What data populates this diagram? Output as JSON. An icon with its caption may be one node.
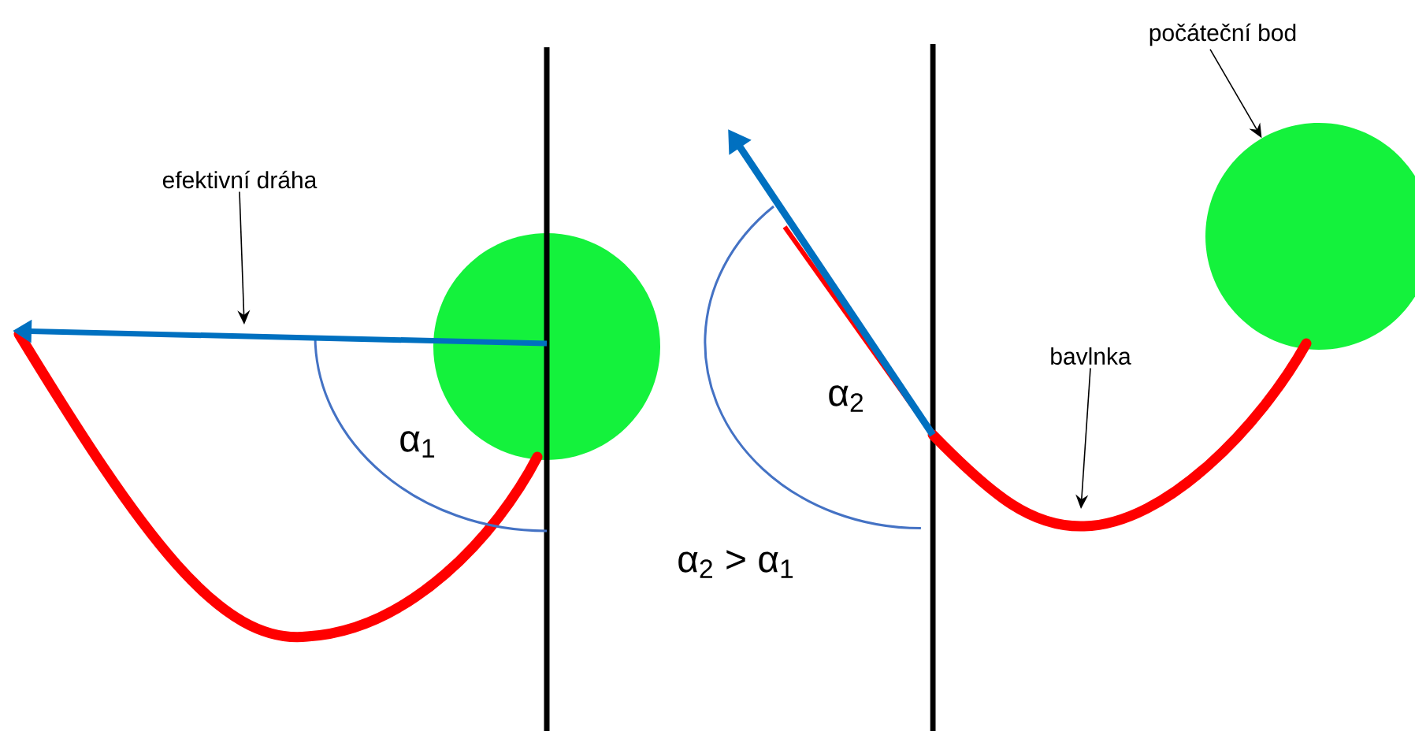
{
  "diagram": {
    "nodes": [
      {
        "text": [
          "efektivní dráha"
        ]
      },
      {
        "text": [],
        "shape": "circle"
      },
      {
        "text": [
          "bavlnka"
        ]
      },
      {
        "text": [
          "počáteční bod"
        ]
      },
      {
        "text": [],
        "shape": "circle"
      }
    ],
    "edges": [
      {
        "from": 0,
        "to": null,
        "arrow": "to"
      },
      {
        "from": 2,
        "to": null,
        "arrow": "to"
      },
      {
        "from": 3,
        "to": 4,
        "arrow": "to"
      }
    ],
    "labels": [
      "α$_{1}$",
      "α$_{2}$",
      "α$_{2}$ > α$_{1}$"
    ]
  }
}
